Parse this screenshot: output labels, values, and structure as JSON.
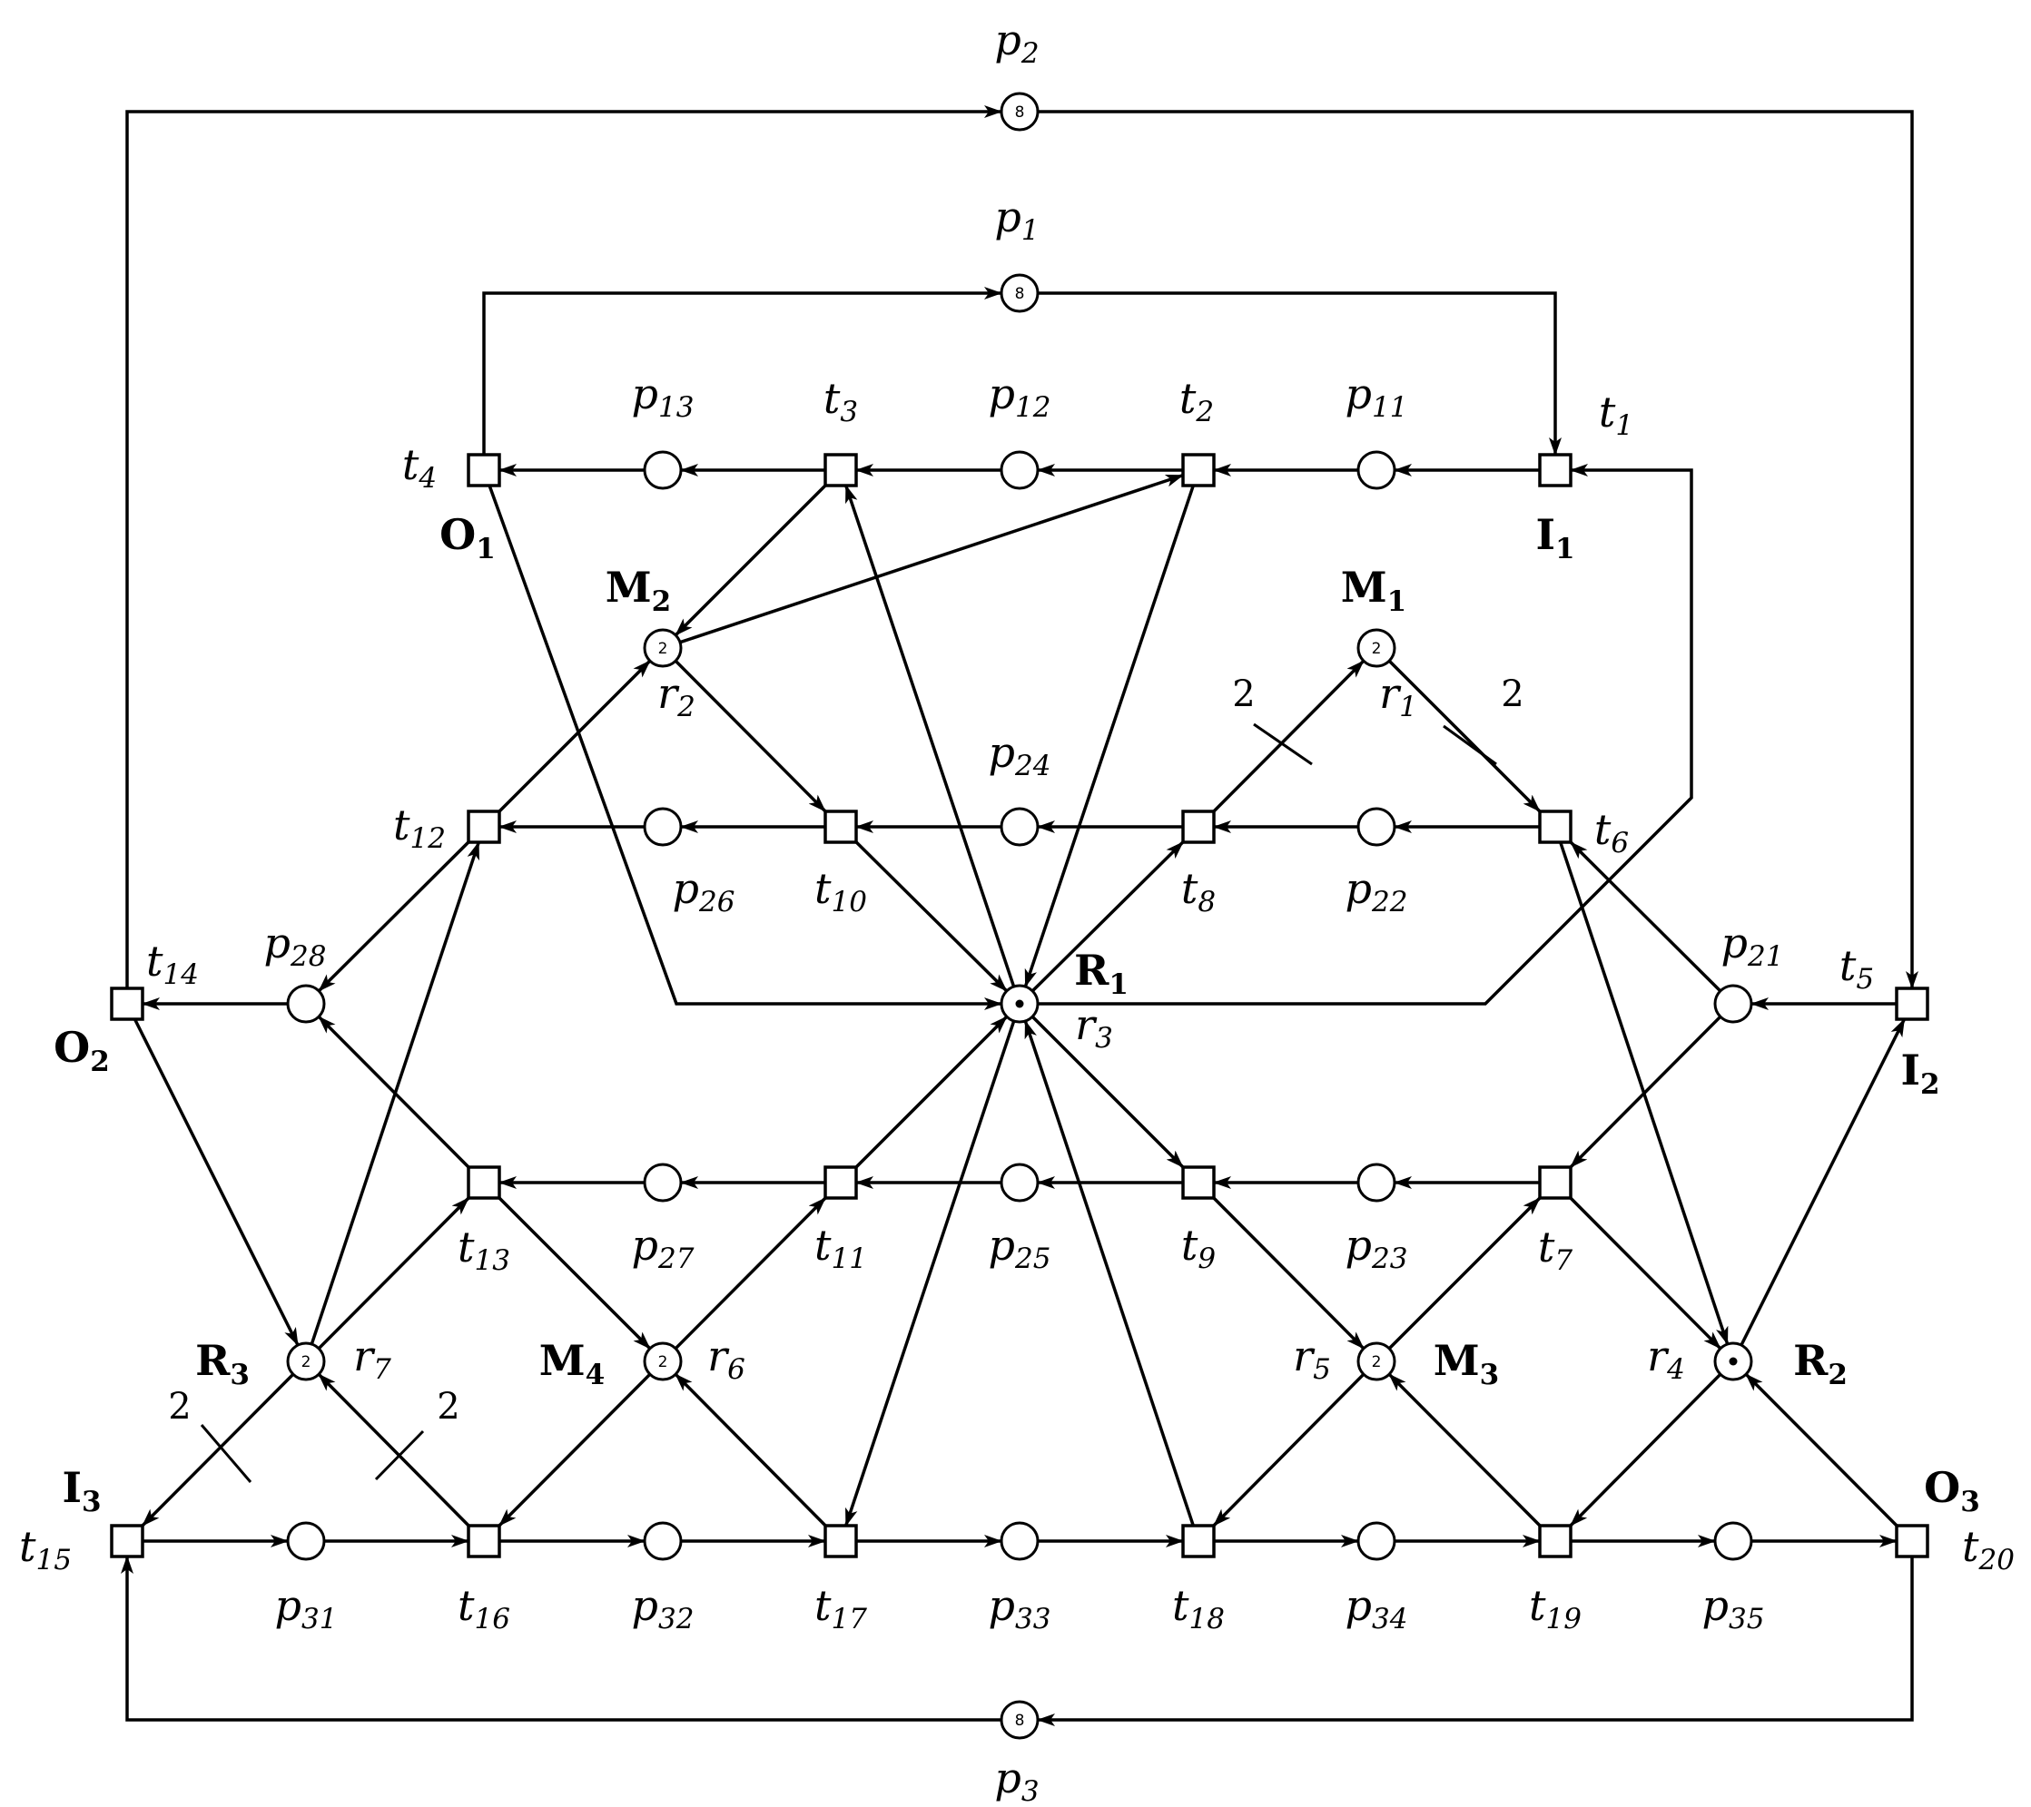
{
  "places": [
    {
      "id": "p1",
      "name": "p",
      "sub": "1",
      "tokens": "8",
      "kind": "place"
    },
    {
      "id": "p2",
      "name": "p",
      "sub": "2",
      "tokens": "8",
      "kind": "place"
    },
    {
      "id": "p3",
      "name": "p",
      "sub": "3",
      "tokens": "8",
      "kind": "place"
    },
    {
      "id": "p11",
      "name": "p",
      "sub": "11",
      "tokens": "",
      "kind": "place"
    },
    {
      "id": "p12",
      "name": "p",
      "sub": "12",
      "tokens": "",
      "kind": "place"
    },
    {
      "id": "p13",
      "name": "p",
      "sub": "13",
      "tokens": "",
      "kind": "place"
    },
    {
      "id": "p21",
      "name": "p",
      "sub": "21",
      "tokens": "",
      "kind": "place"
    },
    {
      "id": "p22",
      "name": "p",
      "sub": "22",
      "tokens": "",
      "kind": "place"
    },
    {
      "id": "p23",
      "name": "p",
      "sub": "23",
      "tokens": "",
      "kind": "place"
    },
    {
      "id": "p24",
      "name": "p",
      "sub": "24",
      "tokens": "",
      "kind": "place"
    },
    {
      "id": "p25",
      "name": "p",
      "sub": "25",
      "tokens": "",
      "kind": "place"
    },
    {
      "id": "p26",
      "name": "p",
      "sub": "26",
      "tokens": "",
      "kind": "place"
    },
    {
      "id": "p27",
      "name": "p",
      "sub": "27",
      "tokens": "",
      "kind": "place"
    },
    {
      "id": "p28",
      "name": "p",
      "sub": "28",
      "tokens": "",
      "kind": "place"
    },
    {
      "id": "p31",
      "name": "p",
      "sub": "31",
      "tokens": "",
      "kind": "place"
    },
    {
      "id": "p32",
      "name": "p",
      "sub": "32",
      "tokens": "",
      "kind": "place"
    },
    {
      "id": "p33",
      "name": "p",
      "sub": "33",
      "tokens": "",
      "kind": "place"
    },
    {
      "id": "p34",
      "name": "p",
      "sub": "34",
      "tokens": "",
      "kind": "place"
    },
    {
      "id": "p35",
      "name": "p",
      "sub": "35",
      "tokens": "",
      "kind": "place"
    },
    {
      "id": "r1",
      "name": "r",
      "sub": "1",
      "tokens": "2",
      "kind": "resource",
      "resource": "M",
      "rsub": "1"
    },
    {
      "id": "r2",
      "name": "r",
      "sub": "2",
      "tokens": "2",
      "kind": "resource",
      "resource": "M",
      "rsub": "2"
    },
    {
      "id": "r3",
      "name": "r",
      "sub": "3",
      "tokens": "•",
      "kind": "resource",
      "resource": "R",
      "rsub": "1"
    },
    {
      "id": "r4",
      "name": "r",
      "sub": "4",
      "tokens": "•",
      "kind": "resource",
      "resource": "R",
      "rsub": "2"
    },
    {
      "id": "r5",
      "name": "r",
      "sub": "5",
      "tokens": "2",
      "kind": "resource",
      "resource": "M",
      "rsub": "3"
    },
    {
      "id": "r6",
      "name": "r",
      "sub": "6",
      "tokens": "2",
      "kind": "resource",
      "resource": "M",
      "rsub": "4"
    },
    {
      "id": "r7",
      "name": "r",
      "sub": "7",
      "tokens": "2",
      "kind": "resource",
      "resource": "R",
      "rsub": "3"
    }
  ],
  "transitions": [
    {
      "id": "t1",
      "name": "t",
      "sub": "1",
      "io": "I",
      "iosub": "1"
    },
    {
      "id": "t2",
      "name": "t",
      "sub": "2"
    },
    {
      "id": "t3",
      "name": "t",
      "sub": "3"
    },
    {
      "id": "t4",
      "name": "t",
      "sub": "4",
      "io": "O",
      "iosub": "1"
    },
    {
      "id": "t5",
      "name": "t",
      "sub": "5",
      "io": "I",
      "iosub": "2"
    },
    {
      "id": "t6",
      "name": "t",
      "sub": "6"
    },
    {
      "id": "t7",
      "name": "t",
      "sub": "7"
    },
    {
      "id": "t8",
      "name": "t",
      "sub": "8"
    },
    {
      "id": "t9",
      "name": "t",
      "sub": "9"
    },
    {
      "id": "t10",
      "name": "t",
      "sub": "10"
    },
    {
      "id": "t11",
      "name": "t",
      "sub": "11"
    },
    {
      "id": "t12",
      "name": "t",
      "sub": "12"
    },
    {
      "id": "t13",
      "name": "t",
      "sub": "13"
    },
    {
      "id": "t14",
      "name": "t",
      "sub": "14",
      "io": "O",
      "iosub": "2"
    },
    {
      "id": "t15",
      "name": "t",
      "sub": "15",
      "io": "I",
      "iosub": "3"
    },
    {
      "id": "t16",
      "name": "t",
      "sub": "16"
    },
    {
      "id": "t17",
      "name": "t",
      "sub": "17"
    },
    {
      "id": "t18",
      "name": "t",
      "sub": "18"
    },
    {
      "id": "t19",
      "name": "t",
      "sub": "19"
    },
    {
      "id": "t20",
      "name": "t",
      "sub": "20",
      "io": "O",
      "iosub": "3"
    }
  ],
  "arc_weights": [
    {
      "id": "w-t8-r1",
      "value": "2"
    },
    {
      "id": "w-r1-t6",
      "value": "2"
    },
    {
      "id": "w-r7-t15",
      "value": "2"
    },
    {
      "id": "w-t16-r7",
      "value": "2"
    }
  ]
}
